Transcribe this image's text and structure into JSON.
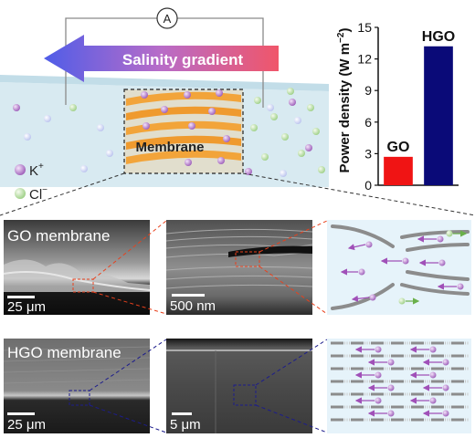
{
  "schematic": {
    "ammeter_label": "A",
    "gradient_label": "Salinity gradient",
    "membrane_label": "Membrane",
    "legend": [
      {
        "ion": "K⁺",
        "label": "K",
        "superscript": "+",
        "color": "#b07cc6"
      },
      {
        "ion": "Cl⁻",
        "label": "Cl",
        "superscript": "−",
        "color": "#bfe3a8"
      }
    ]
  },
  "chart_data": {
    "type": "bar",
    "categories": [
      "GO",
      "HGO"
    ],
    "values": [
      2.7,
      13.2
    ],
    "colors": [
      "#f01414",
      "#0a0a78"
    ],
    "ylabel": "Power density (W m⁻²)",
    "ylabel_parts": {
      "main": "Power density (W m",
      "sup": "−2",
      "end": ")"
    },
    "ylim": [
      0,
      15
    ],
    "yticks": [
      "0",
      "3",
      "6",
      "9",
      "12",
      "15"
    ],
    "ytick_values": [
      0,
      3,
      6,
      9,
      12,
      15
    ]
  },
  "panels": {
    "go_sem_low": {
      "title": "GO membrane",
      "scale": "25 μm"
    },
    "go_sem_high": {
      "scale": "500 nm"
    },
    "hgo_sem_low": {
      "title": "HGO membrane",
      "scale": "25 μm"
    },
    "hgo_sem_high": {
      "scale": "5 μm"
    }
  },
  "colors": {
    "water": "#d9eaf1",
    "membrane": "#f2a43a",
    "arrow_left": "#5a62e8",
    "arrow_right": "#f05a6a",
    "connector_red": "#e8401c",
    "connector_blue": "#1c1c8c",
    "schematic_bg": "#e6f3fa"
  }
}
